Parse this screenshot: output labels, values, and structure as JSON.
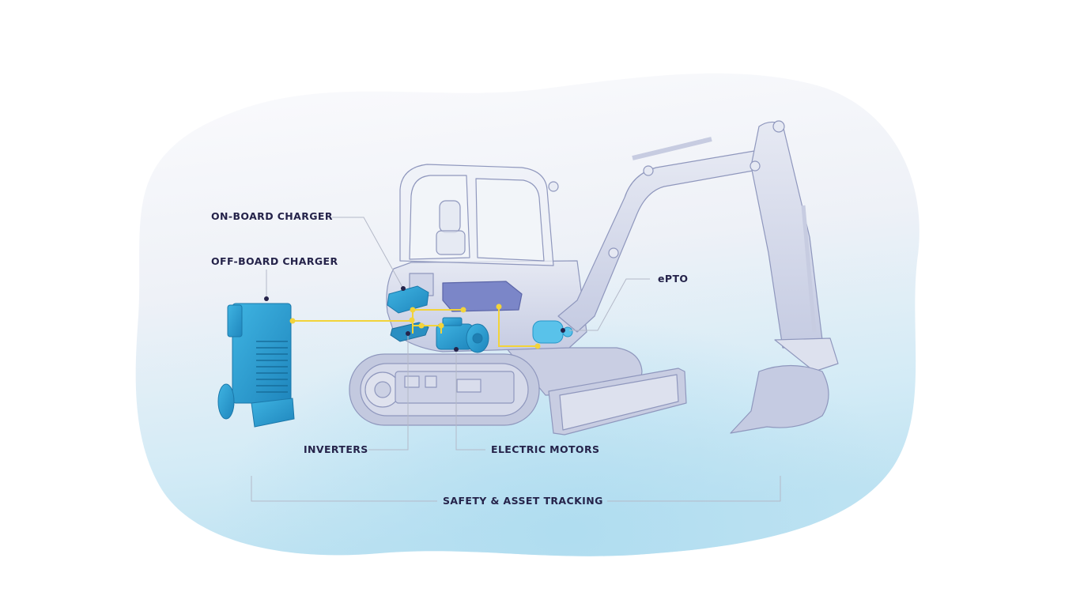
{
  "diagram": {
    "subject": "Electric mini excavator",
    "labels": {
      "on_board_charger": "ON-BOARD CHARGER",
      "off_board_charger": "OFF-BOARD CHARGER",
      "epto": "ePTO",
      "inverters": "INVERTERS",
      "electric_motors": "ELECTRIC MOTORS",
      "safety_tracking": "SAFETY & ASSET TRACKING"
    },
    "colors": {
      "label_text": "#25234a",
      "leader_line": "#b4b9c8",
      "highlight_component": "#2b9fd0",
      "connection": "#f2d33a",
      "machine_body": "#d3d8ea",
      "machine_outline": "#8f97bd",
      "blob_top": "#f6f6fa",
      "blob_bottom": "#bfe3f2"
    }
  }
}
